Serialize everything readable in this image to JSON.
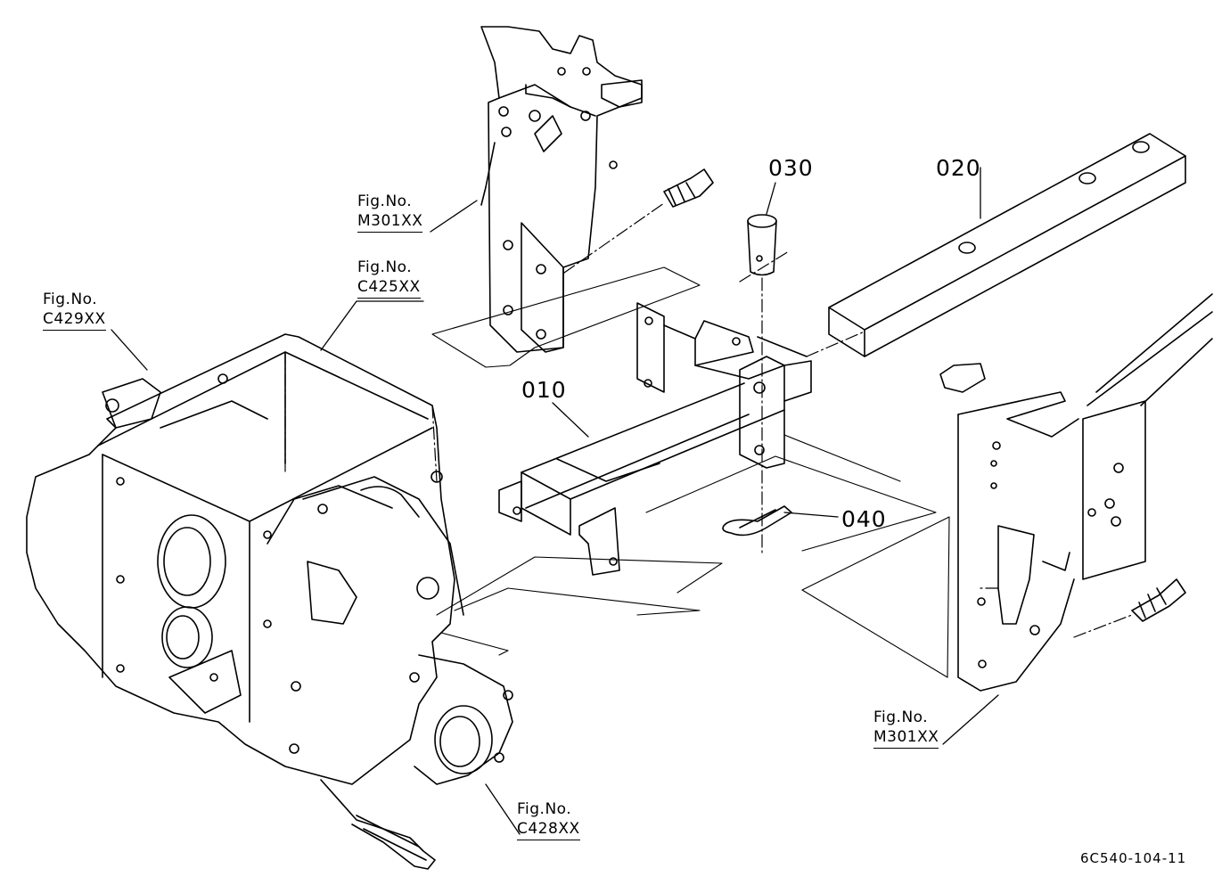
{
  "labels": {
    "fig_prefix": "Fig.No.",
    "fig_m301_top": "M301XX",
    "fig_c425": "C425XX",
    "fig_c429": "C429XX",
    "fig_m301_bottom": "M301XX",
    "fig_c428": "C428XX"
  },
  "parts": {
    "p010": "010",
    "p020": "020",
    "p030": "030",
    "p040": "040"
  },
  "drawing_ref": "6C540-104-11"
}
